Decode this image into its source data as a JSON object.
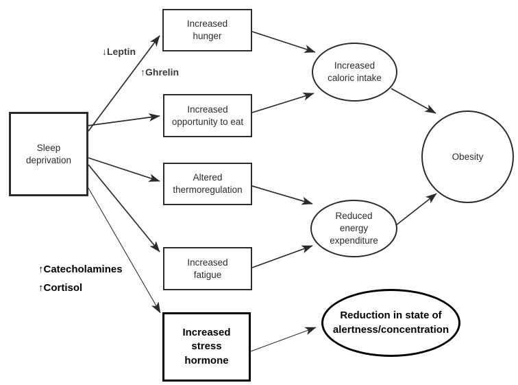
{
  "diagram": {
    "title": "Sleep deprivation and obesity pathway diagram",
    "colors": {
      "background": "#ffffff",
      "line": "#2b2b2b",
      "bold_ink": "#000000"
    },
    "nodes": {
      "sleep_deprivation": "Sleep\ndeprivation",
      "increased_hunger": "Increased\nhunger",
      "increased_opportunity_to_eat": "Increased\nopportunity to eat",
      "altered_thermoregulation": "Altered\nthermoregulation",
      "increased_fatigue": "Increased\nfatigue",
      "increased_stress_hormone": "Increased\nstress\nhormone",
      "increased_caloric_intake": "Increased\ncaloric intake",
      "reduced_energy_expenditure": "Reduced\nenergy\nexpenditure",
      "obesity": "Obesity",
      "reduced_alertness": "Reduction in state of\nalertness/concentration"
    },
    "edge_labels": {
      "leptin": "↓Leptin",
      "ghrelin": "↑Ghrelin",
      "catecholamines": "↑Catecholamines",
      "cortisol": "↑Cortisol"
    }
  }
}
